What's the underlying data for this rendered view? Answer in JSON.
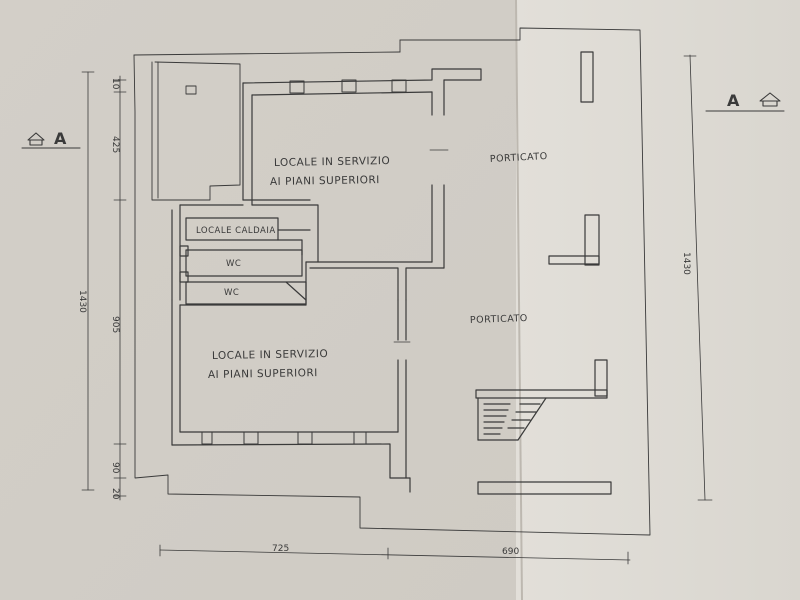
{
  "rooms": {
    "locale_servizio_top_line1": "LOCALE IN SERVIZIO",
    "locale_servizio_top_line2": "AI PIANI SUPERIORI",
    "locale_caldaia": "LOCALE CALDAIA",
    "wc_1": "WC",
    "wc_2": "WC",
    "locale_servizio_bottom_line1": "LOCALE IN SERVIZIO",
    "locale_servizio_bottom_line2": "AI PIANI SUPERIORI",
    "porticato_top": "PORTICATO",
    "porticato_mid": "PORTICATO"
  },
  "section_marks": {
    "left_letter": "A",
    "right_letter": "A"
  },
  "dimensions": {
    "bottom_left": "725",
    "bottom_right": "690",
    "left_total": "1430",
    "left_top": "10",
    "left_upper": "425",
    "left_middle": "905",
    "left_lower": "90",
    "left_bottom": "20",
    "right_total": "1430"
  },
  "colors": {
    "paper_left": "#d8d4cd",
    "paper_right": "#dedbd5",
    "ink": "#3a3a3a"
  }
}
